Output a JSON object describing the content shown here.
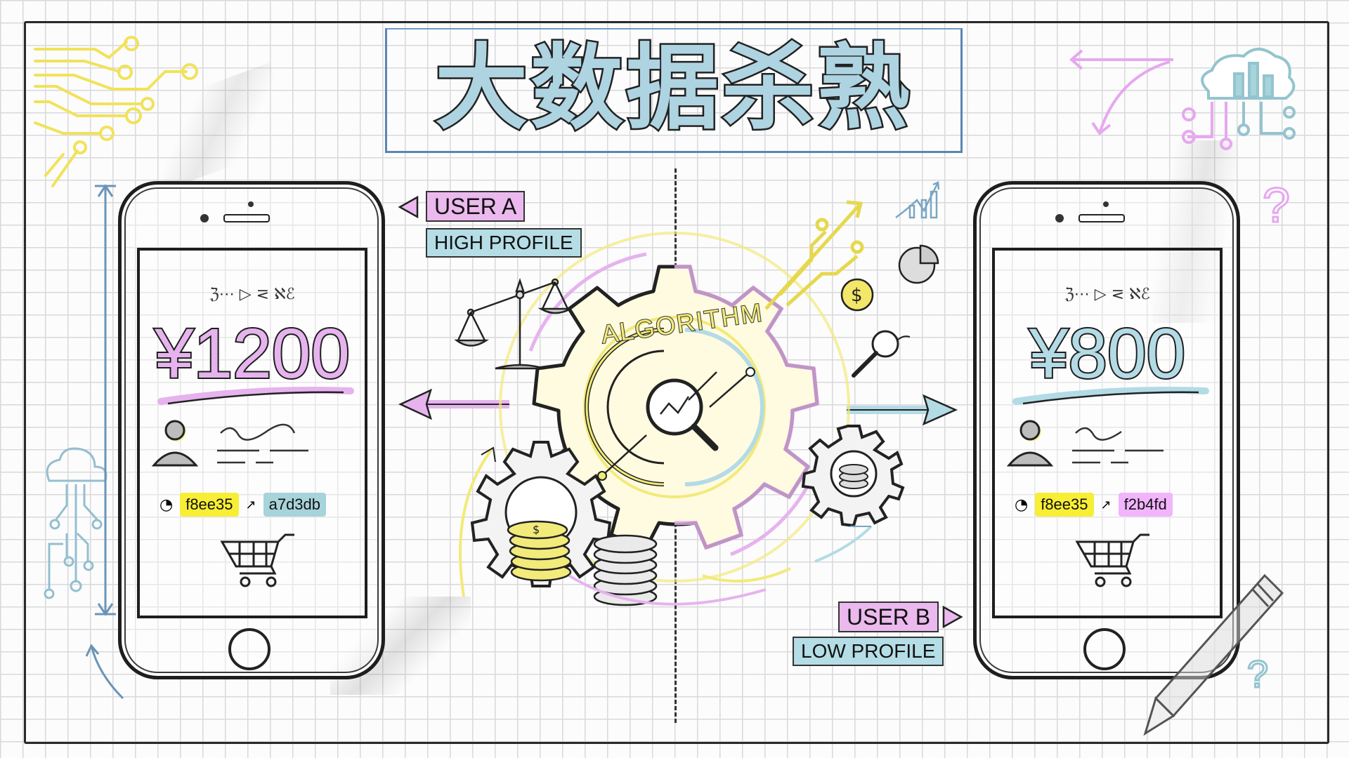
{
  "title": "大数据杀熟",
  "center": {
    "gear_label": "ALGORITHM"
  },
  "user_a": {
    "name_label": "USER A",
    "profile_label": "HIGH PROFILE",
    "screen_scribble": "ℨ⋯ ▷ ⋜ ℵℰ",
    "price": "¥1200",
    "tags": [
      {
        "icon": "pie-chart-icon",
        "text": "f8ee35",
        "color": "#f8ee35"
      },
      {
        "icon": "trend-arrow-icon",
        "text": "a7d3db",
        "color": "#a7d3db"
      }
    ],
    "price_color": "#e6b3ee"
  },
  "user_b": {
    "name_label": "USER B",
    "profile_label": "LOW PROFILE",
    "screen_scribble": "ℨ⋯ ▷ ⋜ ℵℰ",
    "price": "¥800",
    "tags": [
      {
        "icon": "pie-chart-icon",
        "text": "f8ee35",
        "color": "#f8ee35"
      },
      {
        "icon": "trend-arrow-icon",
        "text": "f2b4fd",
        "color": "#f2b4fd"
      }
    ],
    "price_color": "#b3dbe6"
  },
  "colors": {
    "accent_yellow": "#f8ee35",
    "accent_blue": "#a7d3db",
    "accent_pink": "#f2b4fd",
    "ink": "#1e1e1e",
    "title_fill": "#aed4e2",
    "frame_blue": "#5a86b4"
  }
}
